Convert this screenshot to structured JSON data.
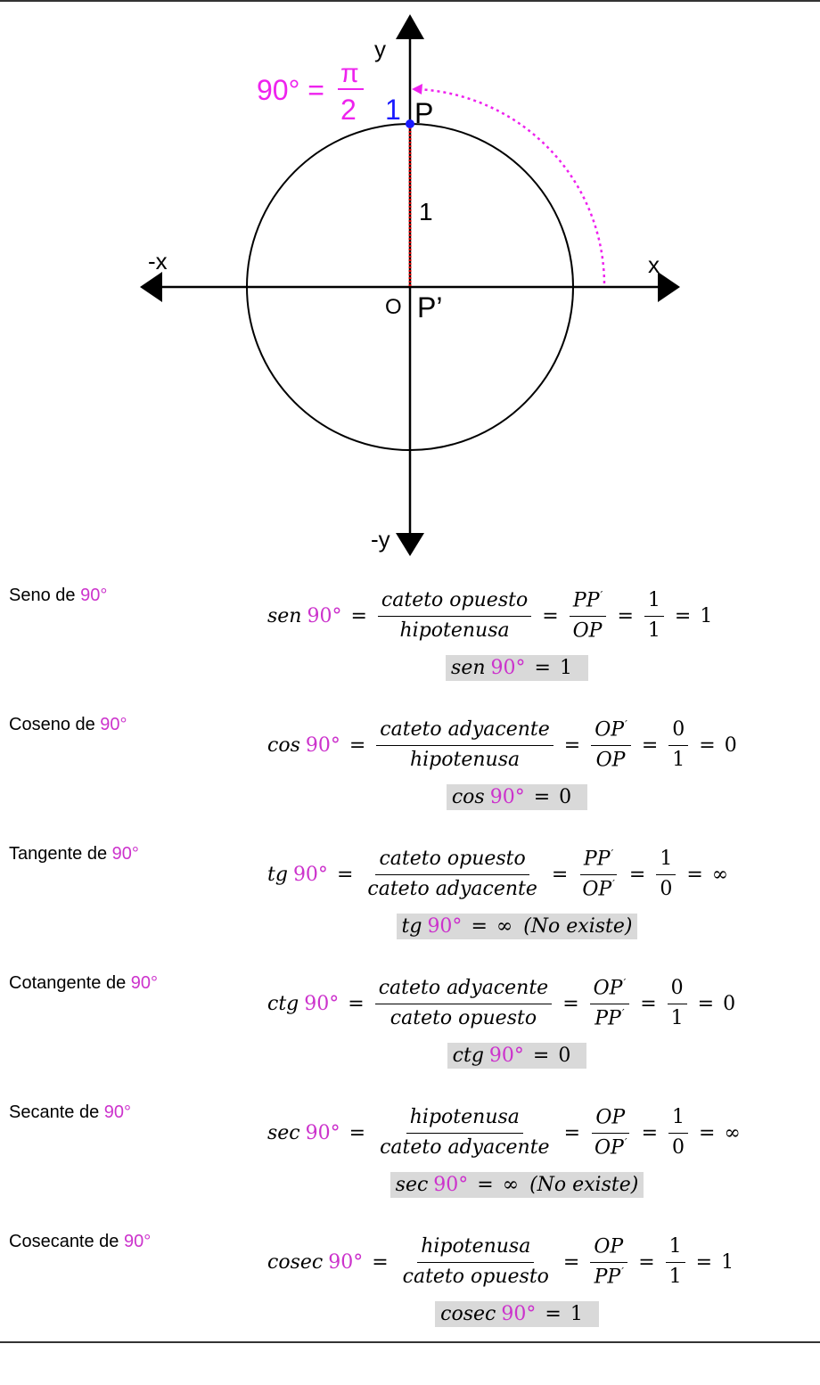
{
  "diagram": {
    "angle_deg": "90° =",
    "angle_num": "π",
    "angle_den": "2",
    "y_top_value": "1",
    "point_p": "P",
    "point_p_prime": "P’",
    "origin": "O",
    "segment_len": "1",
    "axis_x": "x",
    "axis_neg_x": "-x",
    "axis_y": "y",
    "axis_neg_y": "-y"
  },
  "rows": [
    {
      "label": "Seno de ",
      "angle": "90°",
      "fn": "sen",
      "num1": "cateto opuesto",
      "den1": "hipotenusa",
      "num2": "PP",
      "num2_prime": "′",
      "den2": "OP",
      "den2_prime": "",
      "num3": "1",
      "den3": "1",
      "value": "1",
      "result_fn": "sen",
      "result_value": "1",
      "result_note": ""
    },
    {
      "label": "Coseno de ",
      "angle": "90°",
      "fn": "cos",
      "num1": "cateto adyacente",
      "den1": "hipotenusa",
      "num2": "OP",
      "num2_prime": "′",
      "den2": "OP",
      "den2_prime": "",
      "num3": "0",
      "den3": "1",
      "value": "0",
      "result_fn": "cos",
      "result_value": "0",
      "result_note": ""
    },
    {
      "label": "Tangente de ",
      "angle": "90°",
      "fn": "tg",
      "num1": "cateto opuesto",
      "den1": "cateto adyacente",
      "num2": "PP",
      "num2_prime": "′",
      "den2": "OP",
      "den2_prime": "′",
      "num3": "1",
      "den3": "0",
      "value": "∞",
      "result_fn": "tg",
      "result_value": "∞",
      "result_note": "(No existe)"
    },
    {
      "label": "Cotangente de ",
      "angle": "90°",
      "fn": "ctg",
      "num1": "cateto adyacente",
      "den1": "cateto opuesto",
      "num2": "OP",
      "num2_prime": "′",
      "den2": "PP",
      "den2_prime": "′",
      "num3": "0",
      "den3": "1",
      "value": "0",
      "result_fn": "ctg",
      "result_value": "0",
      "result_note": ""
    },
    {
      "label": "Secante de ",
      "angle": "90°",
      "fn": "sec",
      "num1": "hipotenusa",
      "den1": "cateto adyacente",
      "num2": "OP",
      "num2_prime": "",
      "den2": "OP",
      "den2_prime": "′",
      "num3": "1",
      "den3": "0",
      "value": "∞",
      "result_fn": "sec",
      "result_value": "∞",
      "result_note": "(No existe)"
    },
    {
      "label": "Cosecante de ",
      "angle": "90°",
      "fn": "cosec",
      "num1": "hipotenusa",
      "den1": "cateto opuesto",
      "num2": "OP",
      "num2_prime": "",
      "den2": "PP",
      "den2_prime": "′",
      "num3": "1",
      "den3": "1",
      "value": "1",
      "result_fn": "cosec",
      "result_value": "1",
      "result_note": ""
    }
  ],
  "colors": {
    "accent": "#cc33cc",
    "point": "#1a1aff",
    "segment": "#dd0000"
  }
}
